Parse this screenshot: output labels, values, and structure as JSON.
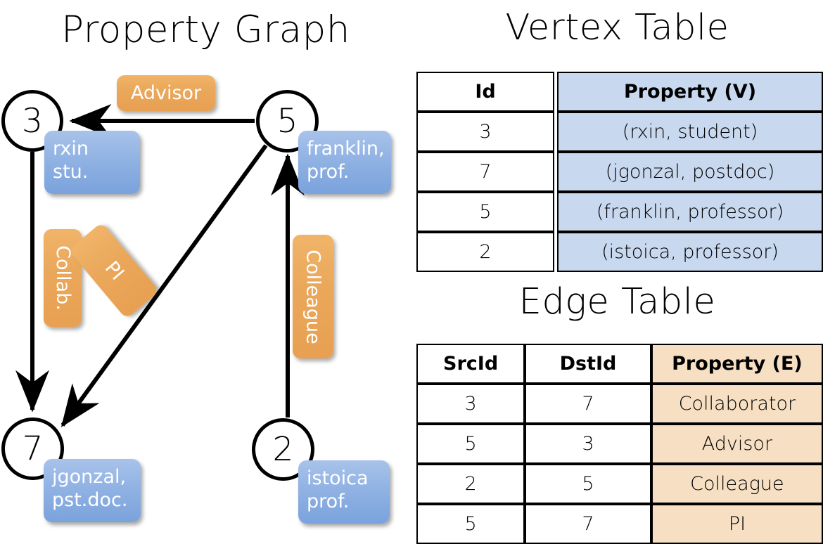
{
  "titles": {
    "graph": "Property Graph",
    "vertex_table": "Vertex Table",
    "edge_table": "Edge Table"
  },
  "graph": {
    "nodes": [
      {
        "id": "3",
        "label": "3",
        "property_lines": "rxin\nstu.",
        "property_line1": "rxin",
        "property_line2": "stu."
      },
      {
        "id": "5",
        "label": "5",
        "property_lines": "franklin,\nprof.",
        "property_line1": "franklin,",
        "property_line2": "prof."
      },
      {
        "id": "7",
        "label": "7",
        "property_lines": "jgonzal,\npst.doc.",
        "property_line1": "jgonzal,",
        "property_line2": "pst.doc."
      },
      {
        "id": "2",
        "label": "2",
        "property_lines": "istoica\nprof.",
        "property_line1": "istoica",
        "property_line2": "prof."
      }
    ],
    "edge_labels": [
      {
        "name": "advisor",
        "text": "Advisor",
        "orientation": "horizontal"
      },
      {
        "name": "collab",
        "text": "Collab.",
        "orientation": "vertical"
      },
      {
        "name": "pi",
        "text": "PI",
        "orientation": "rotated"
      },
      {
        "name": "colleague",
        "text": "Colleague",
        "orientation": "vertical"
      }
    ],
    "edges": [
      {
        "from": "5",
        "to": "3",
        "label": "Advisor"
      },
      {
        "from": "3",
        "to": "7",
        "label": "Collab."
      },
      {
        "from": "5",
        "to": "7",
        "label": "PI"
      },
      {
        "from": "2",
        "to": "5",
        "label": "Colleague"
      }
    ]
  },
  "vertex_table": {
    "headers": [
      "Id",
      "Property (V)"
    ],
    "rows": [
      {
        "id": "3",
        "property": "(rxin, student)"
      },
      {
        "id": "7",
        "property": "(jgonzal, postdoc)"
      },
      {
        "id": "5",
        "property": "(franklin, professor)"
      },
      {
        "id": "2",
        "property": "(istoica, professor)"
      }
    ]
  },
  "edge_table": {
    "headers": [
      "SrcId",
      "DstId",
      "Property (E)"
    ],
    "rows": [
      {
        "src": "3",
        "dst": "7",
        "property": "Collaborator"
      },
      {
        "src": "5",
        "dst": "3",
        "property": "Advisor"
      },
      {
        "src": "2",
        "dst": "5",
        "property": "Colleague"
      },
      {
        "src": "5",
        "dst": "7",
        "property": "PI"
      }
    ]
  },
  "colors": {
    "vertex_property_fill": "#c8d8ef",
    "edge_property_fill": "#f6dfc3",
    "node_box_blue": "#93b4e4",
    "edge_label_orange": "#eaa75a",
    "stroke": "#000000",
    "background": "#ffffff"
  }
}
